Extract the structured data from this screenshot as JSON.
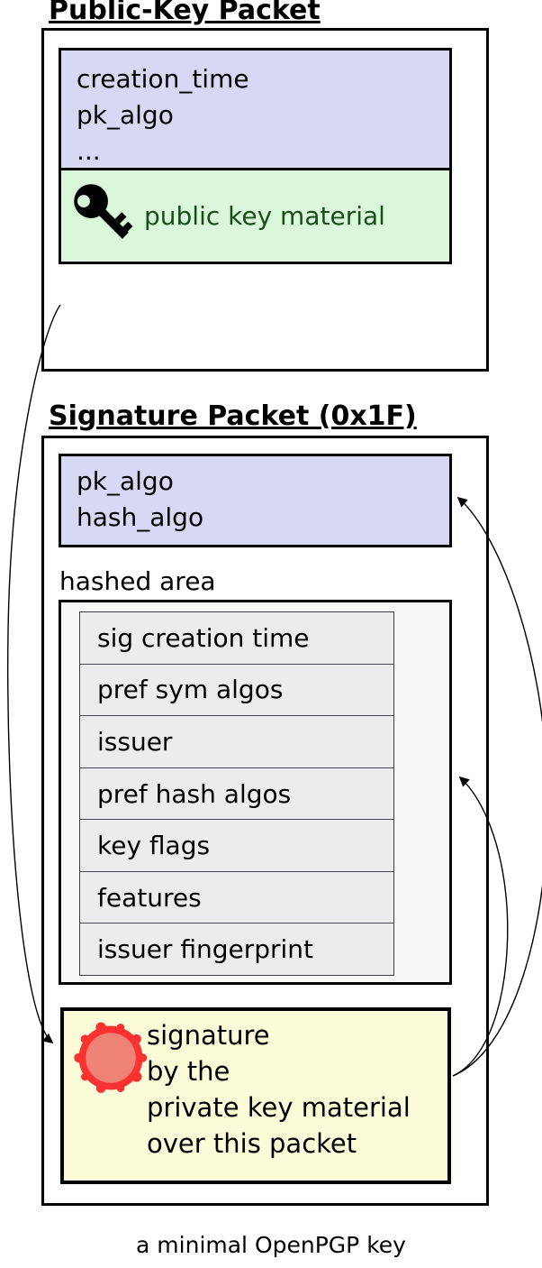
{
  "page": {
    "caption": "a minimal OpenPGP key"
  },
  "public_key_packet": {
    "title": "Public-Key Packet",
    "fields_box": {
      "lines": [
        "creation_time",
        "pk_algo",
        "..."
      ]
    },
    "material_box": {
      "icon": "key-icon",
      "label": "public key material"
    }
  },
  "signature_packet": {
    "title": "Signature Packet (0x1F)",
    "fields_box": {
      "lines": [
        "pk_algo",
        "hash_algo"
      ]
    },
    "hashed_area": {
      "label": "hashed area",
      "subpackets": [
        "sig creation time",
        "pref sym algos",
        "issuer",
        "pref hash algos",
        "key flags",
        "features",
        "issuer fingerprint"
      ]
    },
    "signature_box": {
      "icon": "seal-icon",
      "lines": [
        "signature",
        "by the",
        "private key material",
        "over this packet"
      ]
    }
  },
  "colors": {
    "fields_fill": "#d8d8f4",
    "material_fill": "#d9f7d9",
    "material_text": "#1a4d1a",
    "hashed_fill": "#f7f7f7",
    "subpacket_fill": "#ececec",
    "signature_fill": "#fcfcd8",
    "seal_red": "#fa3232",
    "seal_inner": "#ee8274",
    "border": "#000000"
  }
}
